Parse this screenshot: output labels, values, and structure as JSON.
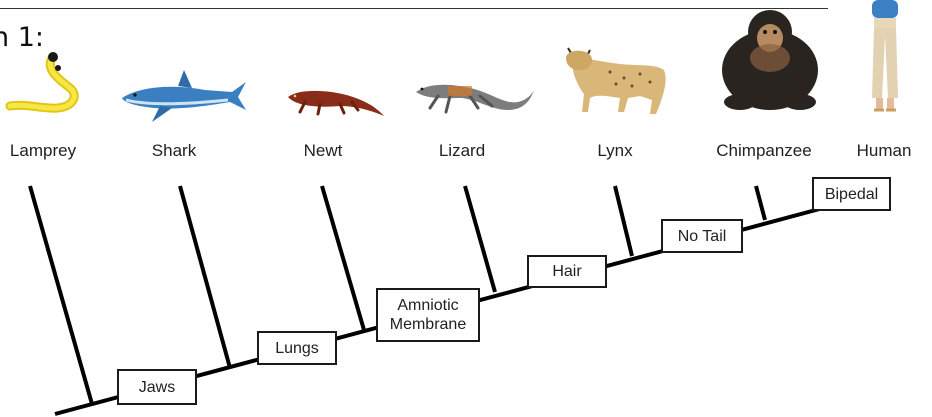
{
  "heading": "n 1:",
  "taxa": [
    "Lamprey",
    "Shark",
    "Newt",
    "Lizard",
    "Lynx",
    "Chimpanzee",
    "Human"
  ],
  "traits": [
    {
      "label": "Jaws"
    },
    {
      "label": "Lungs"
    },
    {
      "label": "Amniotic Membrane"
    },
    {
      "label": "Hair"
    },
    {
      "label": "No Tail"
    },
    {
      "label": "Bipedal"
    }
  ],
  "icons": [
    "lamprey-image",
    "shark-image",
    "newt-image",
    "lizard-image",
    "lynx-image",
    "chimpanzee-image",
    "human-image"
  ],
  "colors": {
    "line": "#000000",
    "box_border": "#1a1a1a",
    "lamprey": "#f2e02a",
    "shark": "#3a7fc1",
    "newt": "#8a2c1a",
    "lizard": "#7d7d7d",
    "lynx": "#d8b778",
    "chimp": "#2a2420",
    "human_shirt": "#3b7fc4"
  }
}
